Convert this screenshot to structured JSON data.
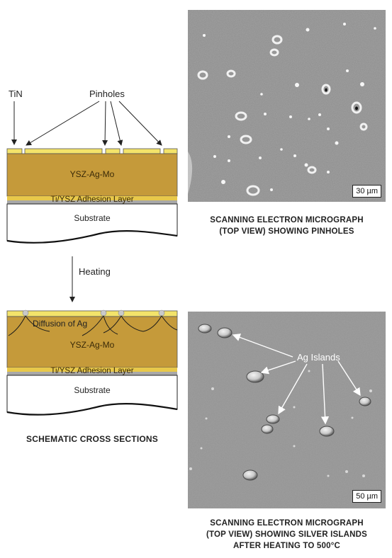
{
  "top_schematic": {
    "tin_label": "TiN",
    "pinholes_label": "Pinholes",
    "core_label": "YSZ-Ag-Mo",
    "adhesion_label": "Ti/YSZ Adhesion Layer",
    "substrate_label": "Substrate"
  },
  "heating_label": "Heating",
  "bottom_schematic": {
    "diffusion_label": "Diffusion of Ag",
    "core_label": "YSZ-Ag-Mo",
    "adhesion_label": "Ti/YSZ Adhesion Layer",
    "substrate_label": "Substrate"
  },
  "schematic_caption": "SCHEMATIC CROSS SECTIONS",
  "micrograph_top": {
    "scale_bar": "30 µm",
    "caption_lines": [
      "SCANNING ELECTRON MICROGRAPH",
      "(TOP VIEW) SHOWING PINHOLES"
    ]
  },
  "micrograph_bottom": {
    "islands_label": "Ag Islands",
    "scale_bar": "50 µm",
    "caption_lines": [
      "SCANNING ELECTRON MICROGRAPH",
      "(TOP VIEW) SHOWING SILVER ISLANDS",
      "AFTER HEATING TO 500°C"
    ]
  },
  "colors": {
    "tin": "#f3e36a",
    "core": "#c59a3a",
    "adhesion": "#e8c84a",
    "adhesion_base": "#a8a8a8",
    "sem_background": "#8a8a8a"
  }
}
